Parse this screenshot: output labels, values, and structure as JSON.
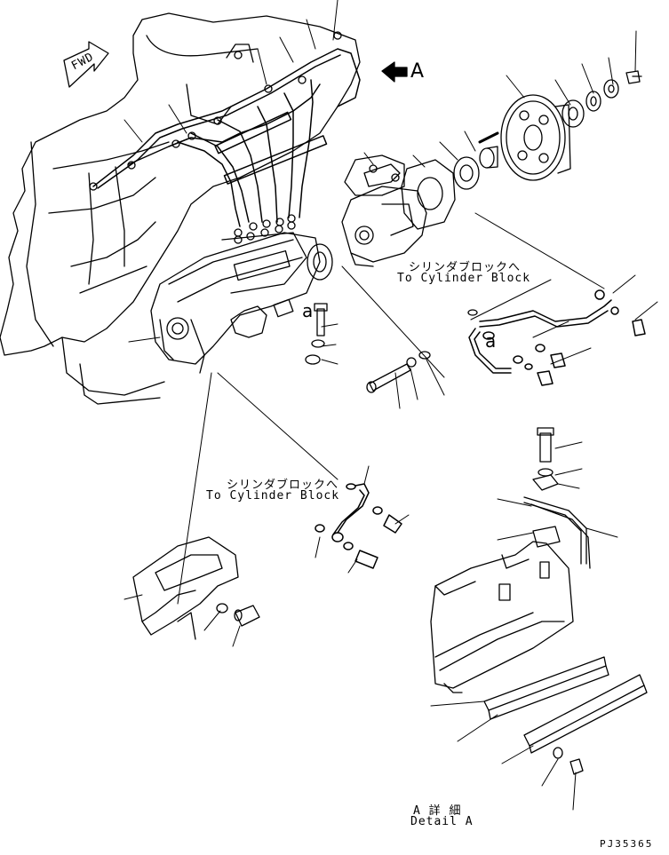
{
  "fwd_label": "FWD",
  "view_a_letter": "A",
  "callout_a": "a",
  "upper_label": {
    "jp": "シリンダブロックへ",
    "en": "To Cylinder Block"
  },
  "lower_label": {
    "jp": "シリンダブロックへ",
    "en": "To Cylinder Block"
  },
  "detail_label": {
    "jp": "A 詳 細",
    "en": "Detail A"
  },
  "drawing_code": "PJ35365",
  "colors": {
    "ink": "#000000",
    "paper": "#ffffff"
  }
}
